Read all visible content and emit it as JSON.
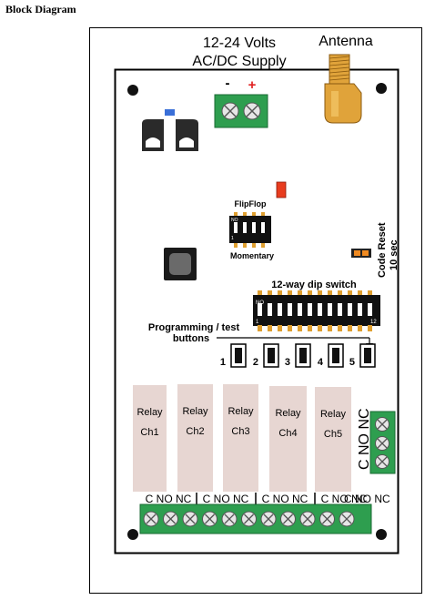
{
  "page_title": "Block Diagram",
  "supply": {
    "line1": "12-24 Volts",
    "line2": "AC/DC Supply",
    "minus": "-",
    "plus": "+"
  },
  "antenna_label": "Antenna",
  "flipflop_label": "FlipFlop",
  "momentary_label": "Momentary",
  "small_dip": {
    "on_label": "NO",
    "first": "1"
  },
  "code_reset": {
    "line1": "Code Reset",
    "line2": "10 sec"
  },
  "dip12": {
    "title": "12-way dip switch",
    "on_label": "NO",
    "first": "1",
    "last": "12"
  },
  "programming": {
    "line1": "Programming / test",
    "line2": "buttons"
  },
  "buttons": [
    "1",
    "2",
    "3",
    "4",
    "5"
  ],
  "relays": [
    {
      "word": "Relay",
      "ch": "Ch1"
    },
    {
      "word": "Relay",
      "ch": "Ch2"
    },
    {
      "word": "Relay",
      "ch": "Ch3"
    },
    {
      "word": "Relay",
      "ch": "Ch4"
    },
    {
      "word": "Relay",
      "ch": "Ch5"
    }
  ],
  "side_terminal_label": "C NO NC",
  "bottom_terminal_groups": [
    "C NO NC",
    "C NO NC",
    "C NO NC",
    "C NO NC",
    "C NO NC"
  ],
  "colors": {
    "terminal_green": "#2e9e4f",
    "relay_fill": "#e7d6d2",
    "board_border": "#000000",
    "led_red": "#e83c1e",
    "jumper_orange": "#f08a20",
    "antenna_gold": "#e0a33a"
  }
}
